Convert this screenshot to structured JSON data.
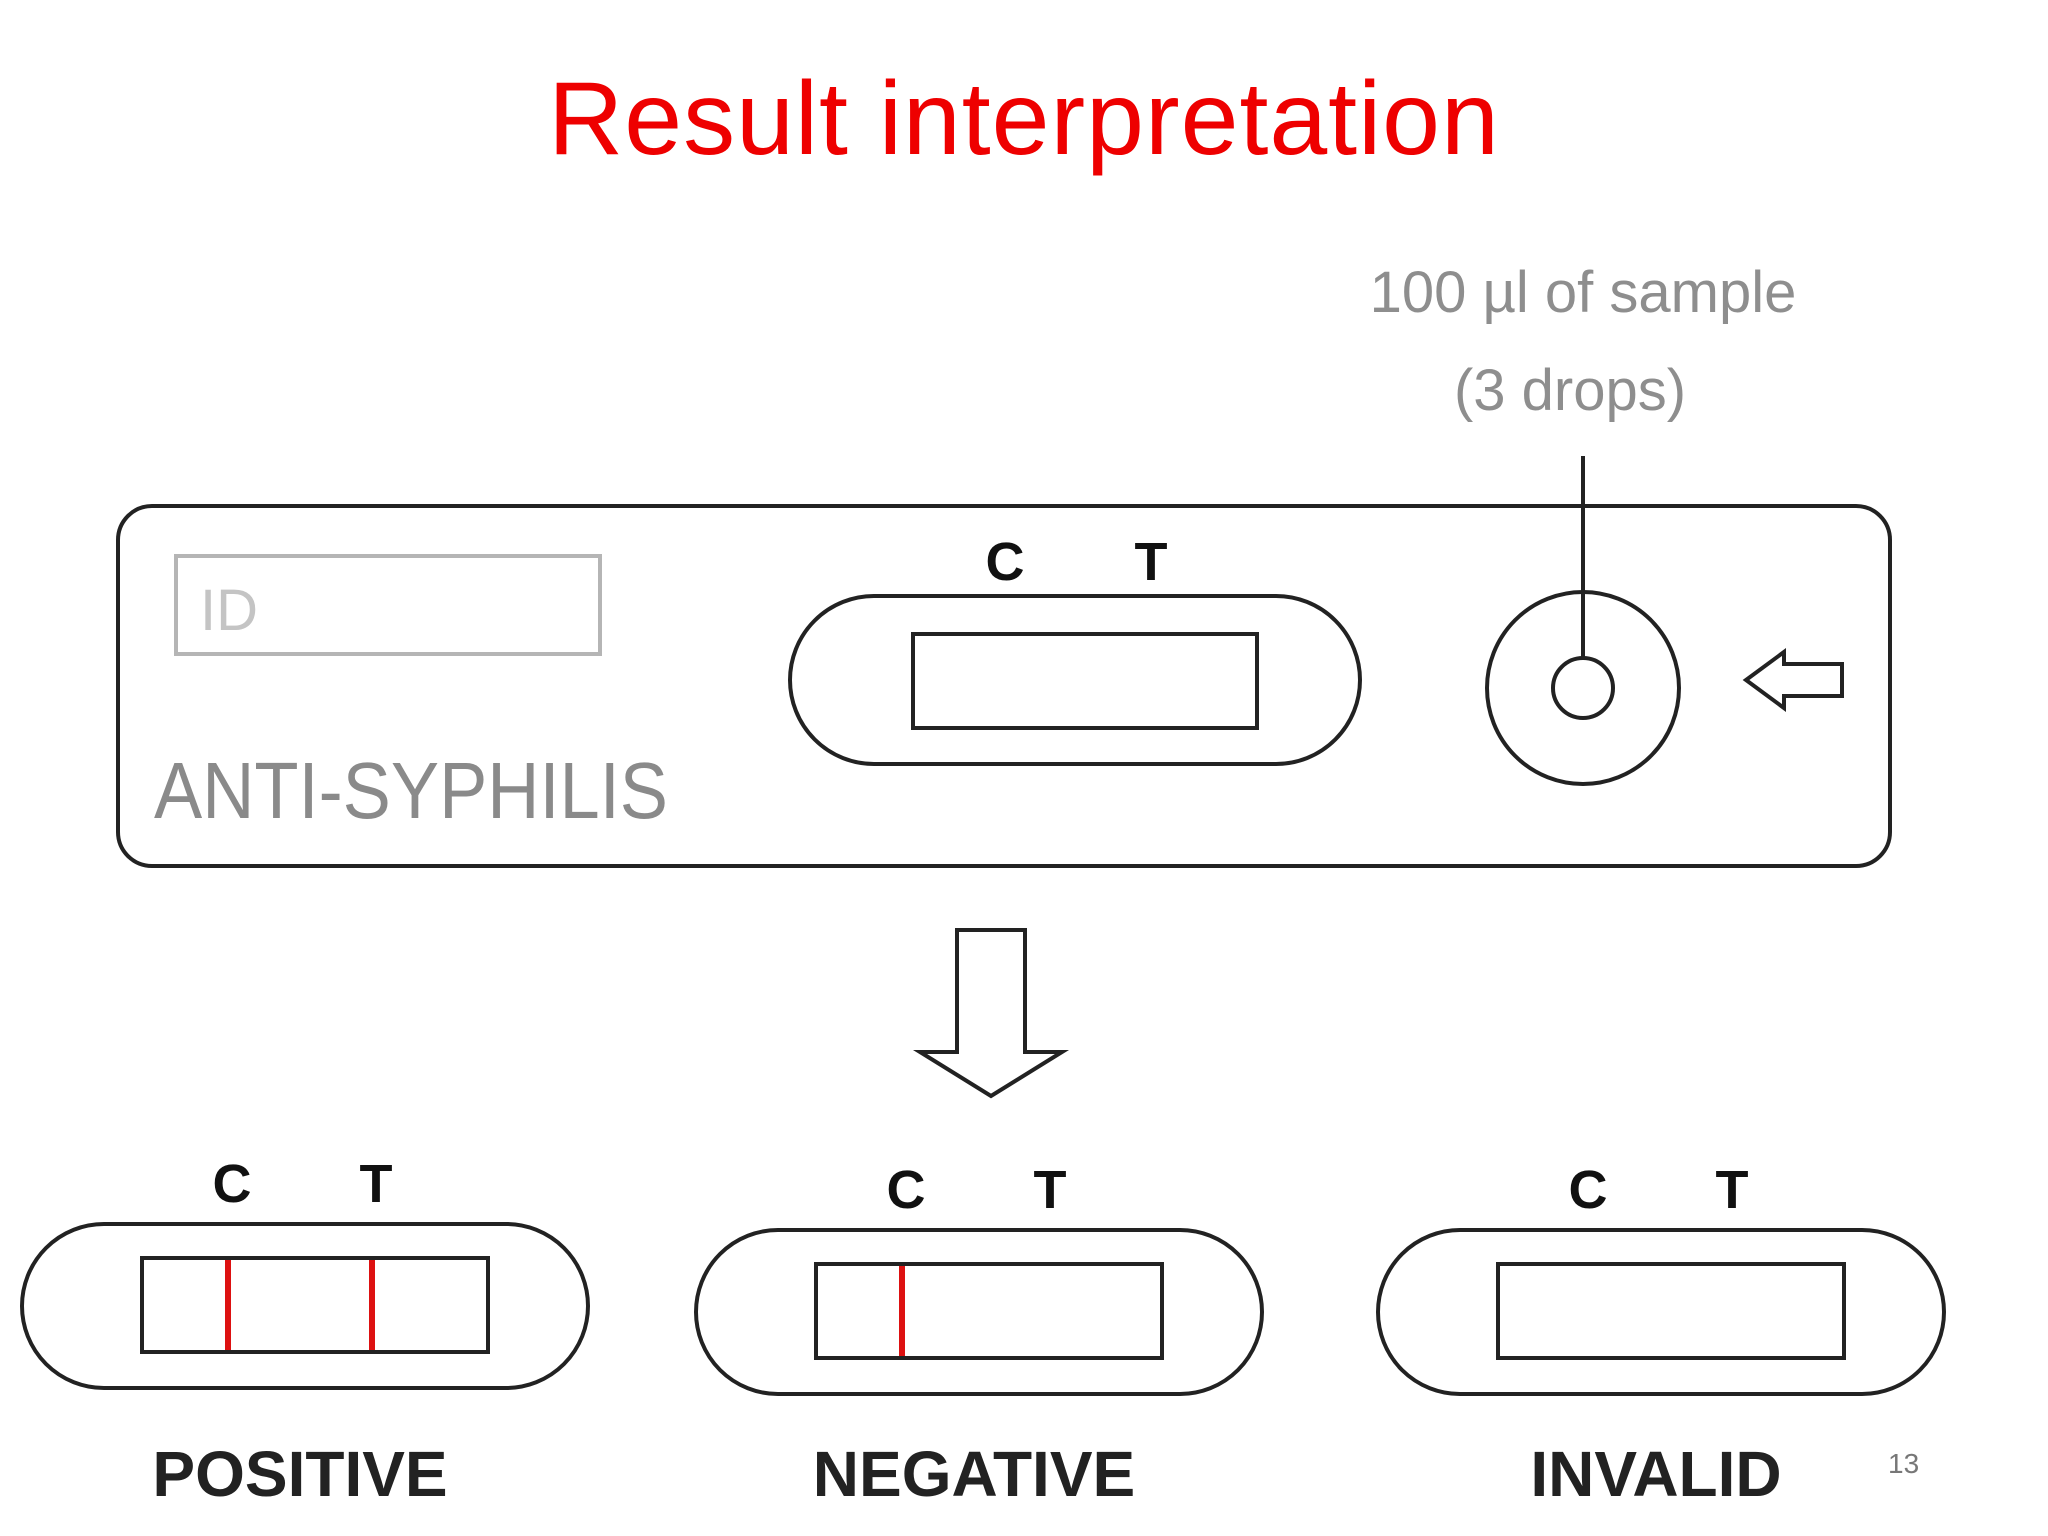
{
  "title": "Result interpretation",
  "slide_number": "13",
  "sample": {
    "line1": "100 µl of sample",
    "line2": "(3 drops)"
  },
  "device": {
    "id_label": "ID",
    "name": "ANTI-SYPHILIS",
    "control_label": "C",
    "test_label": "T"
  },
  "results": [
    {
      "label": "POSITIVE",
      "control_label": "C",
      "test_label": "T",
      "control_line": true,
      "test_line": true
    },
    {
      "label": "NEGATIVE",
      "control_label": "C",
      "test_label": "T",
      "control_line": true,
      "test_line": false
    },
    {
      "label": "INVALID",
      "control_label": "C",
      "test_label": "T",
      "control_line": false,
      "test_line": false
    }
  ],
  "colors": {
    "title": "#ee0000",
    "line": "#dd1111",
    "outline": "#222222",
    "faded": "#9a9a9a"
  }
}
